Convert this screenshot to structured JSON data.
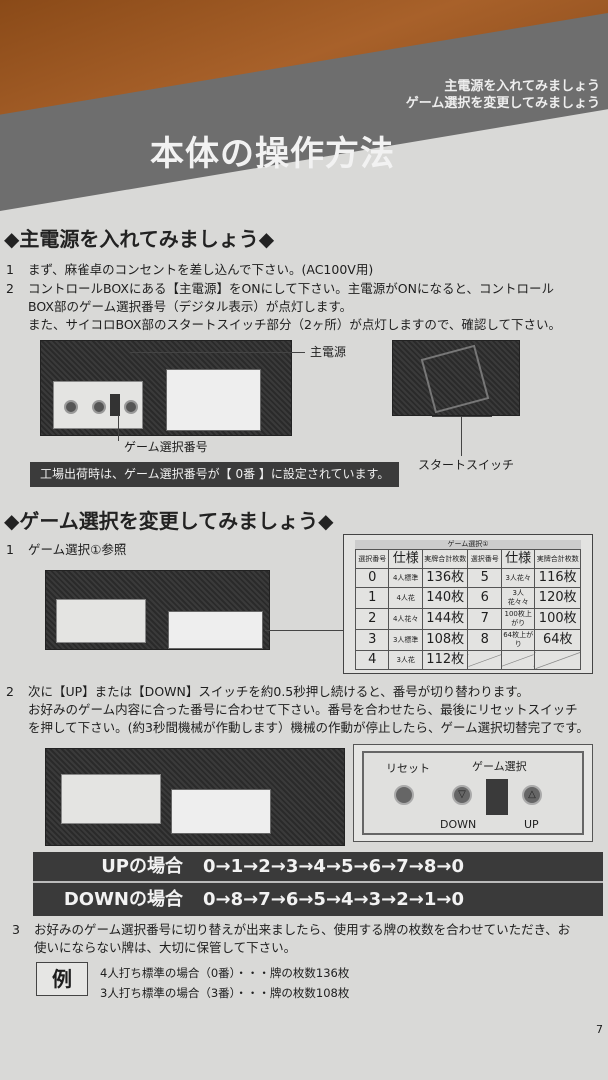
{
  "header": {
    "title": "本体の操作方法",
    "subtitles": [
      "主電源を入れてみましょう",
      "ゲーム選択を変更してみましょう"
    ]
  },
  "section1": {
    "heading": "◆主電源を入れてみましょう◆",
    "steps": [
      {
        "num": "1",
        "text": "まず、麻雀卓のコンセントを差し込んで下さい。(AC100V用)"
      },
      {
        "num": "2",
        "text": "コントロールBOXにある【主電源】をONにして下さい。主電源がONになると、コントロール"
      },
      {
        "num": "",
        "text": "BOX部のゲーム選択番号（デジタル表示）が点灯します。"
      },
      {
        "num": "",
        "text": "また、サイコロBOX部のスタートスイッチ部分（2ヶ所）が点灯しますので、確認して下さい。"
      }
    ],
    "label_main_power": "主電源",
    "label_game_number": "ゲーム選択番号",
    "label_start_switch": "スタートスイッチ",
    "factory_note": "工場出荷時は、ゲーム選択番号が【 0番 】に設定されています。"
  },
  "section2": {
    "heading": "◆ゲーム選択を変更してみましょう◆",
    "step1": {
      "num": "1",
      "text": "ゲーム選択①参照"
    },
    "table": {
      "caption": "ゲーム選択①",
      "headers": [
        "選択番号",
        "仕様",
        "実牌合計枚数",
        "選択番号",
        "仕様",
        "実牌合計枚数"
      ],
      "rows": [
        [
          "0",
          "4人標準",
          "136枚",
          "5",
          "3人花々",
          "116枚"
        ],
        [
          "1",
          "4人花",
          "140枚",
          "6",
          "3人花々々",
          "120枚"
        ],
        [
          "2",
          "4人花々",
          "144枚",
          "7",
          "100枚上がり",
          "100枚"
        ],
        [
          "3",
          "3人標準",
          "108枚",
          "8",
          "64枚上がり",
          "64枚"
        ],
        [
          "4",
          "3人花",
          "112枚",
          "",
          "",
          ""
        ]
      ]
    },
    "step2": {
      "num": "2",
      "lines": [
        "次に【UP】または【DOWN】スイッチを約0.5秒押し続けると、番号が切り替わります。",
        "お好みのゲーム内容に合った番号に合わせて下さい。番号を合わせたら、最後にリセットスイッチ",
        "を押して下さい。(約3秒間機械が作動します）機械の作動が停止したら、ゲーム選択切替完了です。"
      ]
    },
    "panel": {
      "reset": "リセット",
      "game_select": "ゲーム選択",
      "down": "DOWN",
      "up": "UP"
    },
    "sequence": [
      {
        "label": "UPの場合",
        "seq": "0→1→2→3→4→5→6→7→8→0"
      },
      {
        "label": "DOWNの場合",
        "seq": "0→8→7→6→5→4→3→2→1→0"
      }
    ],
    "step3": {
      "num": "3",
      "lines": [
        "お好みのゲーム選択番号に切り替えが出来ましたら、使用する牌の枚数を合わせていただき、お",
        "使いにならない牌は、大切に保管して下さい。"
      ]
    },
    "example": {
      "label": "例",
      "lines": [
        "4人打ち標準の場合（0番）・・・牌の枚数136枚",
        "3人打ち標準の場合（3番）・・・牌の枚数108枚"
      ]
    }
  },
  "page_number": "7"
}
